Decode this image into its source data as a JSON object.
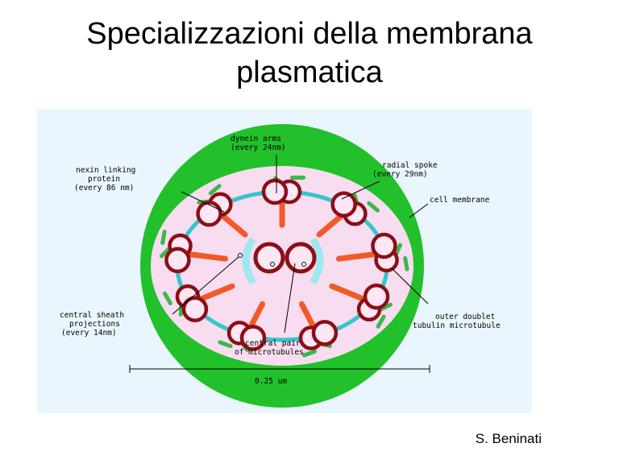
{
  "title": {
    "line1": "Specializzazioni della membrana",
    "line2": "plasmatica"
  },
  "diagram": {
    "labels": {
      "dynein_1": "dynein arms",
      "dynein_2": "(every 24nm)",
      "nexin_1": "nexin linking",
      "nexin_2": "protein",
      "nexin_3": "(every 86 nm)",
      "radial_1": "radial spoke",
      "radial_2": "(every 29nm)",
      "membrane": "cell membrane",
      "sheath_1": "central sheath",
      "sheath_2": "projections",
      "sheath_3": "(every 14nm)",
      "doublet_1": "outer doublet",
      "doublet_2": "tubulin microtubule",
      "pair_1": "central pair",
      "pair_2": "of microtubules",
      "scale": "0.25 um"
    },
    "colors": {
      "background": "#eaf6fd",
      "membrane": "#22c02a",
      "cytoplasm": "#f8dcf0",
      "microtubule": "#8b0f17",
      "radial_spoke": "#f05a28",
      "nexin": "#33c6cc",
      "dynein": "#3cb84a",
      "sheath": "#9fe8ee"
    }
  },
  "footer": {
    "author": "S. Beninati"
  }
}
